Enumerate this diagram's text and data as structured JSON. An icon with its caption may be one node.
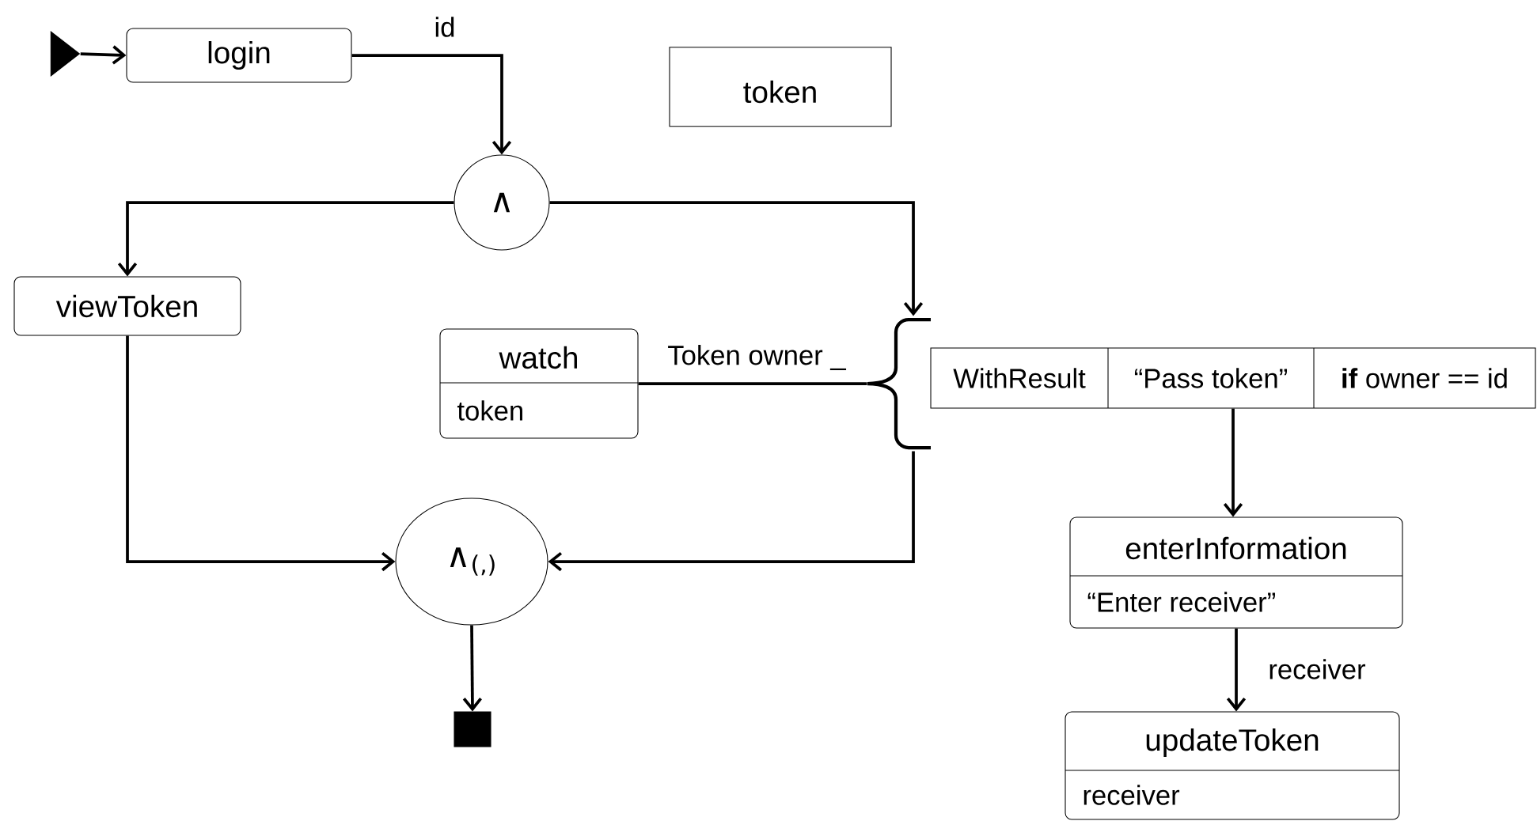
{
  "diagram": {
    "nodes": [
      {
        "text": [],
        "shape": "triangle"
      },
      {
        "text": [
          "login"
        ]
      },
      {
        "text": [
          "token"
        ]
      },
      {
        "text": [
          "∧"
        ]
      },
      {
        "text": [
          "viewToken"
        ]
      },
      {
        "text": [
          "watch",
          "token"
        ]
      },
      {
        "text": [],
        "shape": "brace"
      },
      {
        "text": [
          "WithResult",
          "“Pass token”",
          "**if** owner == id"
        ]
      },
      {
        "text": [
          "∧$_{(,)}$"
        ]
      },
      {
        "text": [
          "enterInformation",
          "“Enter receiver”"
        ]
      },
      {
        "text": [
          "updateToken",
          "receiver"
        ]
      },
      {
        "text": [],
        "shape": "box"
      }
    ],
    "edges": [
      {
        "from": 0,
        "to": 1,
        "arrow": "to"
      },
      {
        "from": 1,
        "to": 3,
        "arrow": "to",
        "label": "id"
      },
      {
        "from": 3,
        "to": 4,
        "arrow": "to"
      },
      {
        "from": 3,
        "to": 6,
        "arrow": "to"
      },
      {
        "from": 5,
        "to": 6,
        "arrow": "none",
        "label": "Token owner _"
      },
      {
        "from": 6,
        "to": 8,
        "arrow": "to"
      },
      {
        "from": 4,
        "to": 8,
        "arrow": "to"
      },
      {
        "from": 7,
        "to": 9,
        "arrow": "to"
      },
      {
        "from": 9,
        "to": 10,
        "arrow": "to",
        "label": "receiver"
      },
      {
        "from": 8,
        "to": 11,
        "arrow": "to"
      }
    ]
  }
}
